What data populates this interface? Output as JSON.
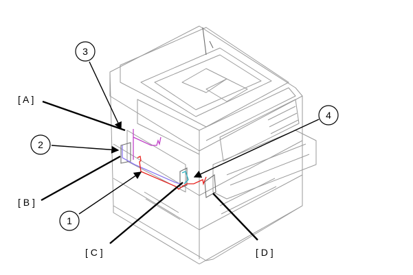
{
  "diagram": {
    "callouts": [
      {
        "id": "1",
        "label": "1"
      },
      {
        "id": "2",
        "label": "2"
      },
      {
        "id": "3",
        "label": "3"
      },
      {
        "id": "4",
        "label": "4"
      }
    ],
    "labels": {
      "A": "[ A ]",
      "B": "[ B ]",
      "C": "[ C ]",
      "D": "[ D ]"
    },
    "colors": {
      "cable_red": "#e8231f",
      "cable_magenta": "#c040c8",
      "cable_violet": "#8a78f0",
      "cable_cyan": "#2ab0c0"
    }
  }
}
